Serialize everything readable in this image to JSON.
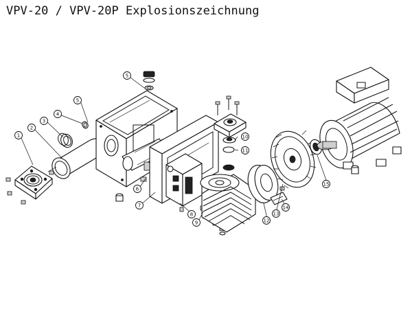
{
  "title": "VPV-20 / VPV-20P Explosionszeichnung",
  "callouts": [
    "1",
    "2",
    "3",
    "4",
    "5",
    "5",
    "6",
    "7",
    "8",
    "9",
    "10",
    "11",
    "12",
    "13",
    "14",
    "15"
  ]
}
